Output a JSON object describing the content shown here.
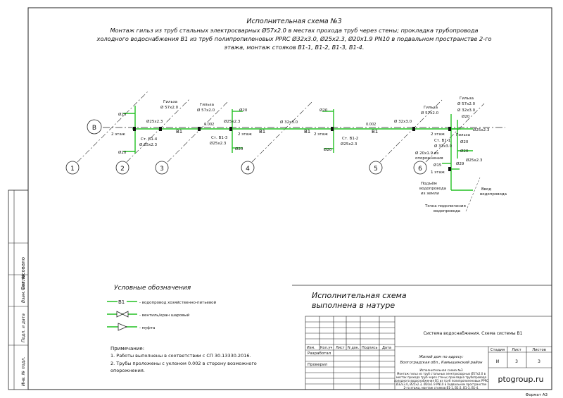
{
  "header": {
    "title": "Исполнительная схема №3",
    "desc_1": "Монтаж гильз из труб стальных электросварных Ø57x2.0 в местах прохода труб через стены; прокладка трубопровода",
    "desc_2": "холодного водоснабжения В1 из труб полипропиленовых PPRC Ø32x3.0, Ø25x2.3, Ø20x1.9 PN10 в подвальном пространстве 2-го",
    "desc_3": "этажа, монтаж стояков В1-1, В1-2, В1-3, В1-4."
  },
  "diagram": {
    "axis_b": "В",
    "axis_numbers": [
      "1",
      "2",
      "3",
      "4",
      "5",
      "6"
    ],
    "line_code": "В1",
    "sleeve": "Гильза",
    "sleeve_size": "Ø 57x2.0",
    "d20": "Ø20",
    "d25": "Ø25x2.3",
    "d32": "Ø 32x3.0",
    "d32b": "Ø 32x3.0",
    "d25_left": "Ø 25x2.3",
    "floor2": "2 этаж",
    "floor1": "1 этаж",
    "slope": "0.002",
    "riser_1": "Ст. В1-1",
    "riser_2": "Ст. В1-2",
    "riser_3": "Ст. В1-3",
    "riser_4": "Ст. В1-4",
    "d20_tie": "Ø 20x1.9 из",
    "d20_tie_2": "опорожнения",
    "d15": "Ø15",
    "d29": "Ø29",
    "rise_1": "Подъём",
    "rise_2": "водопровода",
    "rise_3": "из земли",
    "entry_1": "Ввод",
    "entry_2": "водопровода",
    "connect_1": "Точка подключения",
    "connect_2": "водопровода"
  },
  "legend": {
    "title": "Условные обозначения",
    "code": "В1",
    "items": [
      "- водопровод хозяйственно-питьевой",
      "- вентиль/кран шаровый",
      "- муфта"
    ]
  },
  "notes": {
    "title": "Примечание:",
    "line_1": "1. Работы выполнены в соответствии с СП 30.13330.2016.",
    "line_2": "2. Трубы проложены с уклоном 0.002 в сторону возможного",
    "line_3": "опорожнения."
  },
  "stamp_big": {
    "line_1": "Исполнительная схема",
    "line_2": "выполнена в натуре"
  },
  "left_strip": {
    "agreed": "Согласовано",
    "inv_orig": "Инв. № подл.",
    "sign_date": "Подп. и дата",
    "replace": "Взам. инв. №"
  },
  "title_block": {
    "cols": [
      "Изм.",
      "Кол.уч",
      "Лист",
      "N док.",
      "Подпись",
      "Дата"
    ],
    "developed": "Разработал",
    "checked": "Проверил",
    "system_name": "Система водоснабжения. Схема системы В1",
    "address_1": "Жилой дом по адресу:",
    "address_2": "Волгоградская обл., Камышинский район",
    "stage_h": "Стадия",
    "sheet_h": "Лист",
    "sheets_h": "Листов",
    "stage": "И",
    "sheet": "3",
    "sheets": "3",
    "small_1": "Исполнительная схема №3",
    "small_2": "Монтаж гильз из труб стальных электросварных Ø57x2.0 в",
    "small_3": "местах прохода труб через стены; прокладка трубопровода",
    "small_4": "холодного водоснабжения В1 из труб полипропиленовых PPRC",
    "small_5": "Ø32x3.0, Ø25x2.3, Ø20x1.9 PN10 в подвальном пространстве",
    "small_6": "2-го этажа, монтаж стояков В1-1, В1-2, В1-3, В1-4.",
    "site": "ptogroup.ru"
  },
  "format": "Формат А3"
}
